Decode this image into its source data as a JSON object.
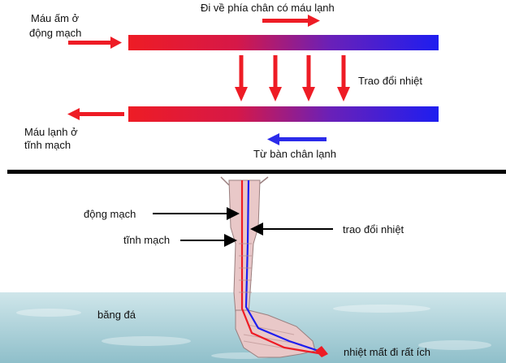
{
  "top": {
    "warm_artery_line1": "Máu ấm ở",
    "warm_artery_line2": "động mạch",
    "toward_cold_feet": "Đi về phía chân có máu lạnh",
    "heat_exchange": "Trao đổi nhiệt",
    "cold_vein_line1": "Máu lạnh ở",
    "cold_vein_line2": "tĩnh mạch",
    "from_cold_feet": "Từ bàn chân lạnh"
  },
  "bottom": {
    "artery": "động mạch",
    "vein": "tĩnh mạch",
    "heat_exchange": "trao đổi nhiệt",
    "ice": "băng đá",
    "little_heat_lost": "nhiệt mất đi rất ích"
  },
  "colors": {
    "warm": "#ee1c25",
    "cold": "#1e1ef0",
    "divider": "#000000",
    "ice_top": "#cfe6ea",
    "ice_bottom": "#8fbfca"
  }
}
